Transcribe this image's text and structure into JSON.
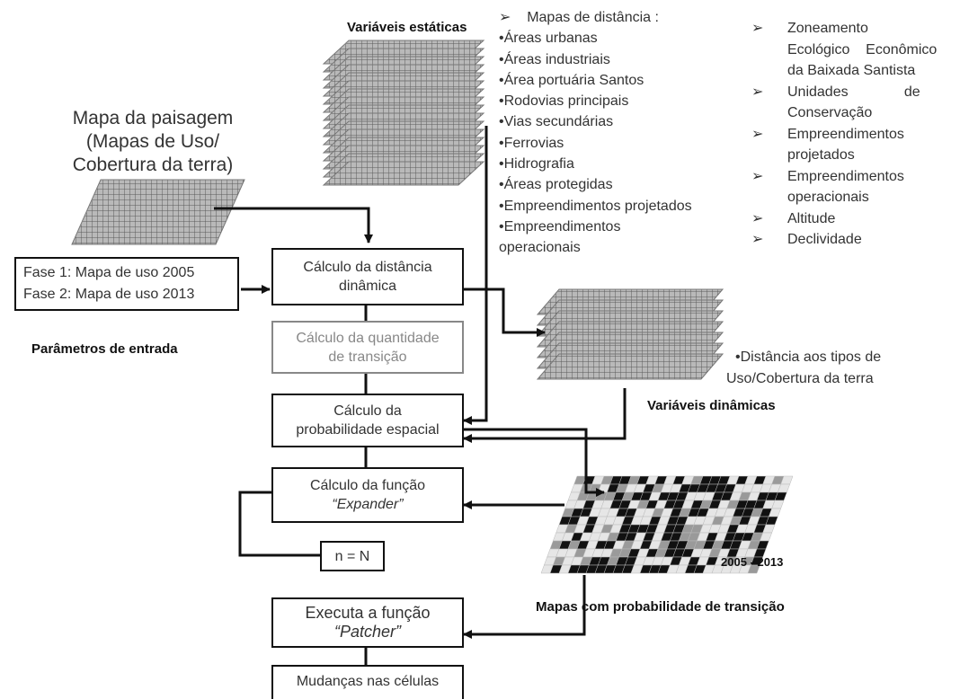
{
  "labels": {
    "static_vars": "Variáveis estáticas",
    "landscape_title_1": "Mapa da paisagem",
    "landscape_title_2": "(Mapas de Uso/",
    "landscape_title_3": "Cobertura da terra)",
    "input_params": "Parâmetros de entrada",
    "dynamic_vars": "Variáveis dinâmicas",
    "prob_maps": "Mapas com probabilidade  de transição",
    "years": "2005 - 2013"
  },
  "phase_box": {
    "line1": "Fase 1: Mapa de uso 2005",
    "line2": "Fase 2: Mapa de uso 2013"
  },
  "distance_maps": {
    "header": "Mapas de distância :",
    "items": [
      "•Áreas urbanas",
      "•Áreas industriais",
      "•Área portuária Santos",
      "•Rodovias principais",
      "•Vias secundárias",
      "•Ferrovias",
      "•Hidrografia",
      "•Áreas protegidas",
      "•Empreendimentos projetados",
      "•Empreendimentos",
      "operacionais"
    ]
  },
  "right_list": {
    "items": [
      {
        "marker": "➢",
        "lines": [
          "Zoneamento",
          "Ecológico    Econômico",
          "da Baixada Santista"
        ]
      },
      {
        "marker": "➢",
        "lines": [
          "Unidades              de",
          "Conservação"
        ]
      },
      {
        "marker": "➢",
        "lines": [
          "Empreendimentos",
          "projetados"
        ]
      },
      {
        "marker": "➢",
        "lines": [
          "Empreendimentos",
          "operacionais"
        ]
      },
      {
        "marker": "➢",
        "lines": [
          "Altitude"
        ]
      },
      {
        "marker": "➢",
        "lines": [
          "Declividade"
        ]
      }
    ]
  },
  "dynamic_note": {
    "line1": "•Distância aos tipos de",
    "line2": "Uso/Cobertura da terra"
  },
  "flow": {
    "dyn_dist": [
      "Cálculo da distância",
      "dinâmica"
    ],
    "trans_qty": [
      "Cálculo da quantidade",
      "de transição"
    ],
    "spatial_prob": [
      "Cálculo da",
      "probabilidade espacial"
    ],
    "expander_1": "Cálculo da função",
    "expander_2": "“Expander”",
    "n_eq": "n = N",
    "patcher_1": "Executa a função",
    "patcher_2": "“Patcher”",
    "cell_changes": "Mudanças nas células"
  },
  "colors": {
    "line": "#111111",
    "grid": "#6a6a6a",
    "faded": "#888888"
  },
  "prob_map_pattern": "7c3e15a9d2b86f40e1c93a572db4f08e6a1c73d9b5e2048fa7c1d36e9b02f58a4c71e3d96b0a2f8e5c"
}
